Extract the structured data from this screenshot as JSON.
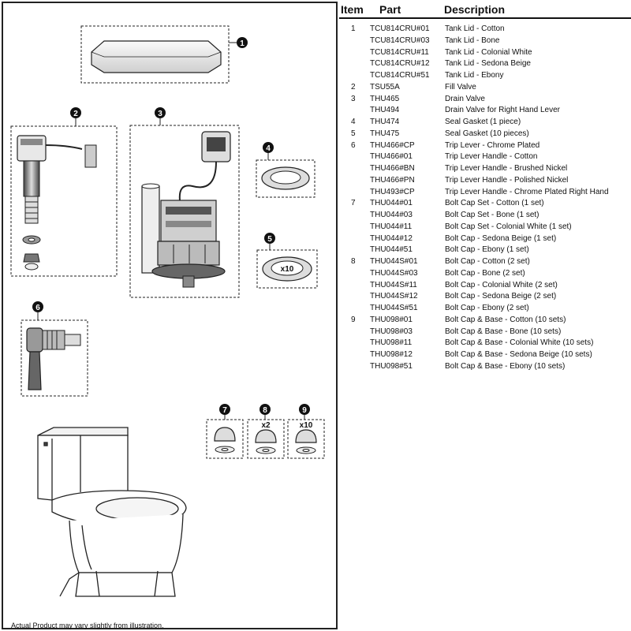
{
  "headers": {
    "item": "Item",
    "part": "Part",
    "description": "Description"
  },
  "rows": [
    {
      "item": "1",
      "part": "TCU814CRU#01",
      "desc": "Tank Lid  - Cotton"
    },
    {
      "item": "",
      "part": "TCU814CRU#03",
      "desc": "Tank Lid  - Bone"
    },
    {
      "item": "",
      "part": "TCU814CRU#11",
      "desc": "Tank Lid  - Colonial White"
    },
    {
      "item": "",
      "part": "TCU814CRU#12",
      "desc": "Tank Lid  - Sedona Beige"
    },
    {
      "item": "",
      "part": "TCU814CRU#51",
      "desc": "Tank Lid  - Ebony"
    },
    {
      "item": "2",
      "part": "TSU55A",
      "desc": "Fill Valve"
    },
    {
      "item": "3",
      "part": "THU465",
      "desc": "Drain Valve"
    },
    {
      "item": "",
      "part": "THU494",
      "desc": "Drain Valve for Right Hand Lever"
    },
    {
      "item": "4",
      "part": "THU474",
      "desc": "Seal Gasket (1 piece)"
    },
    {
      "item": "5",
      "part": "THU475",
      "desc": "Seal Gasket (10 pieces)"
    },
    {
      "item": "6",
      "part": "THU466#CP",
      "desc": "Trip Lever - Chrome Plated"
    },
    {
      "item": "",
      "part": "THU466#01",
      "desc": "Trip Lever Handle - Cotton"
    },
    {
      "item": "",
      "part": "THU466#BN",
      "desc": "Trip Lever Handle - Brushed Nickel"
    },
    {
      "item": "",
      "part": "THU466#PN",
      "desc": "Trip Lever Handle - Polished Nickel"
    },
    {
      "item": "",
      "part": "THU493#CP",
      "desc": "Trip Lever Handle - Chrome Plated Right Hand"
    },
    {
      "item": "7",
      "part": "THU044#01",
      "desc": "Bolt Cap Set - Cotton (1 set)"
    },
    {
      "item": "",
      "part": "THU044#03",
      "desc": "Bolt Cap Set - Bone (1 set)"
    },
    {
      "item": "",
      "part": "THU044#11",
      "desc": "Bolt Cap Set - Colonial White (1 set)"
    },
    {
      "item": "",
      "part": "THU044#12",
      "desc": "Bolt Cap - Sedona Beige (1 set)"
    },
    {
      "item": "",
      "part": "THU044#51",
      "desc": "Bolt Cap - Ebony (1 set)"
    },
    {
      "item": "8",
      "part": "THU044S#01",
      "desc": "Bolt Cap - Cotton (2 set)"
    },
    {
      "item": "",
      "part": "THU044S#03",
      "desc": "Bolt Cap - Bone (2 set)"
    },
    {
      "item": "",
      "part": "THU044S#11",
      "desc": "Bolt Cap - Colonial White (2 set)"
    },
    {
      "item": "",
      "part": "THU044S#12",
      "desc": "Bolt Cap - Sedona Beige (2 set)"
    },
    {
      "item": "",
      "part": "THU044S#51",
      "desc": "Bolt Cap - Ebony (2 set)"
    },
    {
      "item": "9",
      "part": "THU098#01",
      "desc": "Bolt Cap & Base - Cotton  (10 sets)"
    },
    {
      "item": "",
      "part": "THU098#03",
      "desc": "Bolt Cap & Base - Bone  (10 sets)"
    },
    {
      "item": "",
      "part": "THU098#11",
      "desc": "Bolt Cap & Base - Colonial White  (10 sets)"
    },
    {
      "item": "",
      "part": "THU098#12",
      "desc": "Bolt Cap & Base - Sedona Beige  (10 sets)"
    },
    {
      "item": "",
      "part": "THU098#51",
      "desc": "Bolt Cap & Base - Ebony  (10 sets)"
    }
  ],
  "diagram": {
    "callouts": [
      "1",
      "2",
      "3",
      "4",
      "5",
      "6",
      "7",
      "8",
      "9"
    ],
    "qty_labels": {
      "gasket_5": "x10",
      "bolt_8": "x2",
      "bolt_9": "x10"
    },
    "disclaimer": "Actual Product may vary slightly from illustration."
  },
  "colors": {
    "line": "#222222",
    "callout_fill": "#111111",
    "shade": "#555555"
  }
}
